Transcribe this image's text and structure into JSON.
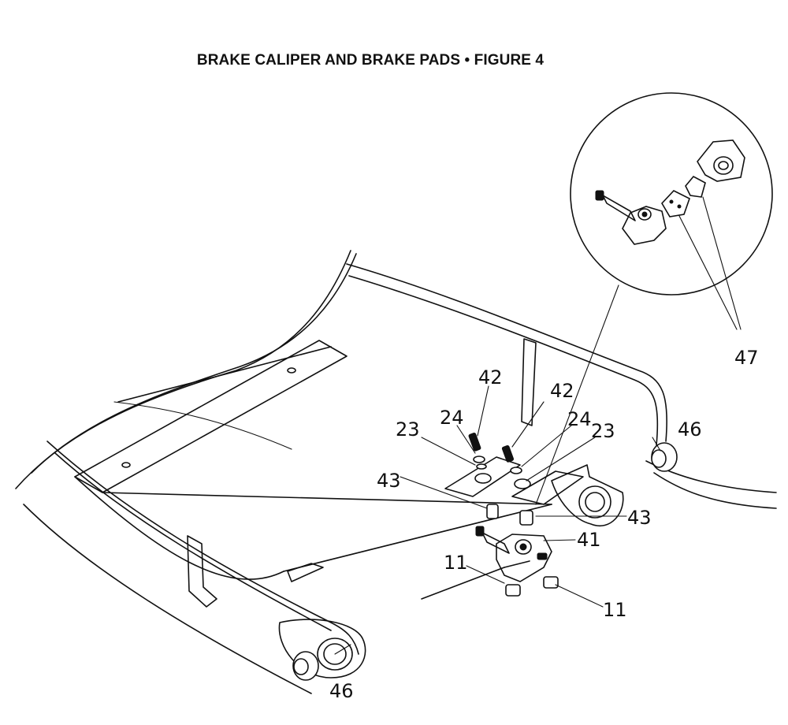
{
  "title": "BRAKE CALIPER AND BRAKE PADS  •  FIGURE 4",
  "colors": {
    "line": "#111111",
    "background": "#ffffff"
  },
  "callouts": [
    {
      "id": "c47",
      "text": "47"
    },
    {
      "id": "c46a",
      "text": "46"
    },
    {
      "id": "c42a",
      "text": "42"
    },
    {
      "id": "c42b",
      "text": "42"
    },
    {
      "id": "c24a",
      "text": "24"
    },
    {
      "id": "c24b",
      "text": "24"
    },
    {
      "id": "c23a",
      "text": "23"
    },
    {
      "id": "c23b",
      "text": "23"
    },
    {
      "id": "c43a",
      "text": "43"
    },
    {
      "id": "c43b",
      "text": "43"
    },
    {
      "id": "c41",
      "text": "41"
    },
    {
      "id": "c11a",
      "text": "11"
    },
    {
      "id": "c11b",
      "text": "11"
    },
    {
      "id": "c46b",
      "text": "46"
    }
  ]
}
